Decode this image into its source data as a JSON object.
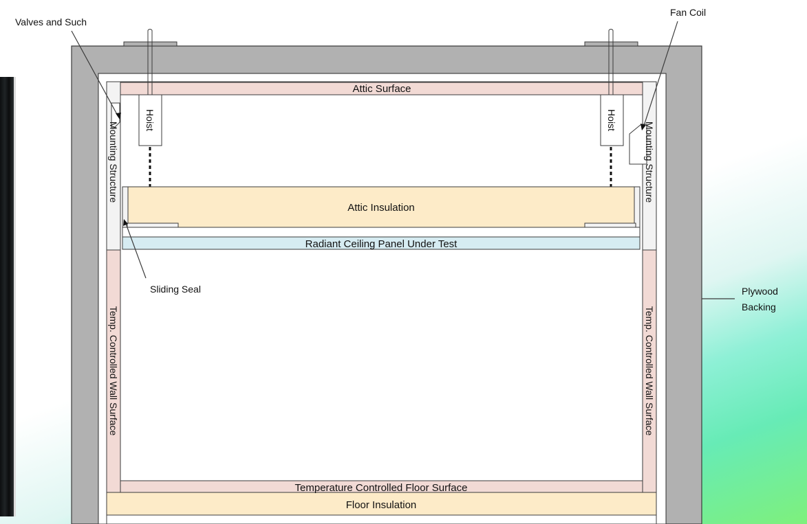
{
  "labels": {
    "valves": "Valves and Such",
    "fan_coil": "Fan Coil",
    "attic_surface": "Attic Surface",
    "hoist_left": "Hoist",
    "hoist_right": "Hoist",
    "mounting_left": "Mounting Structure",
    "mounting_right": "Mounting Structure",
    "attic_insulation": "Attic Insulation",
    "radiant_panel": "Radiant Ceiling Panel Under Test",
    "sliding_seal": "Sliding Seal",
    "wall_left": "Temp. Controlled Wall Surface",
    "wall_right": "Temp. Controlled Wall Surface",
    "plywood_line1": "Plywood",
    "plywood_line2": "Backing",
    "floor_surface": "Temperature Controlled Floor Surface",
    "floor_insulation": "Floor Insulation"
  },
  "colors": {
    "plywood": "#b1b1b1",
    "surface_pink": "#f2dad5",
    "insulation": "#fdebc8",
    "panel_blue": "#d6ecf2",
    "mounting": "#f3f3f3",
    "outline": "#3b3b3b"
  }
}
